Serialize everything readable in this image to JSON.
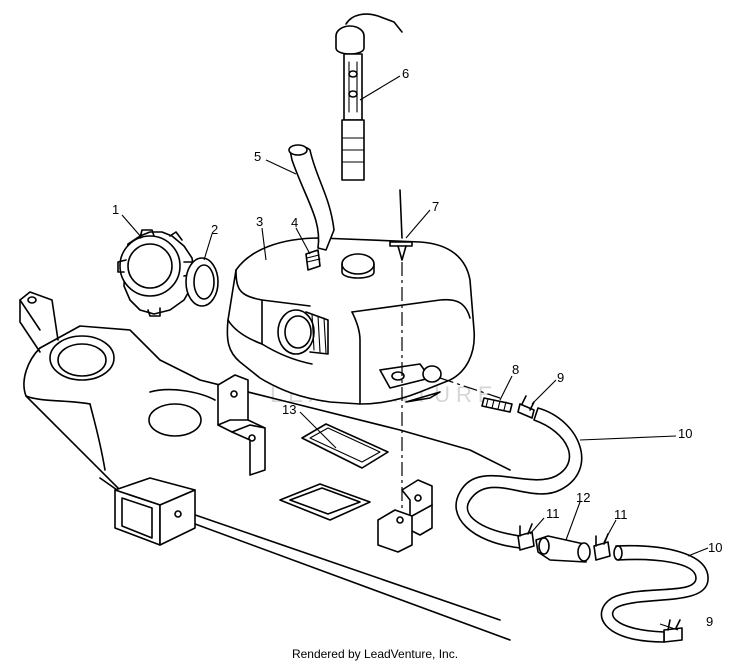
{
  "diagram": {
    "callouts": [
      {
        "id": "callout-1",
        "label": "1"
      },
      {
        "id": "callout-2",
        "label": "2"
      },
      {
        "id": "callout-3",
        "label": "3"
      },
      {
        "id": "callout-4",
        "label": "4"
      },
      {
        "id": "callout-5",
        "label": "5"
      },
      {
        "id": "callout-6",
        "label": "6"
      },
      {
        "id": "callout-7",
        "label": "7"
      },
      {
        "id": "callout-8",
        "label": "8"
      },
      {
        "id": "callout-9a",
        "label": "9"
      },
      {
        "id": "callout-9b",
        "label": "9"
      },
      {
        "id": "callout-10a",
        "label": "10"
      },
      {
        "id": "callout-10b",
        "label": "10"
      },
      {
        "id": "callout-11a",
        "label": "11"
      },
      {
        "id": "callout-11b",
        "label": "11"
      },
      {
        "id": "callout-12",
        "label": "12"
      },
      {
        "id": "callout-13",
        "label": "13"
      }
    ],
    "watermark": {
      "text": "LEADVENTURE"
    }
  },
  "footer": {
    "credit": "Rendered by LeadVenture, Inc."
  }
}
